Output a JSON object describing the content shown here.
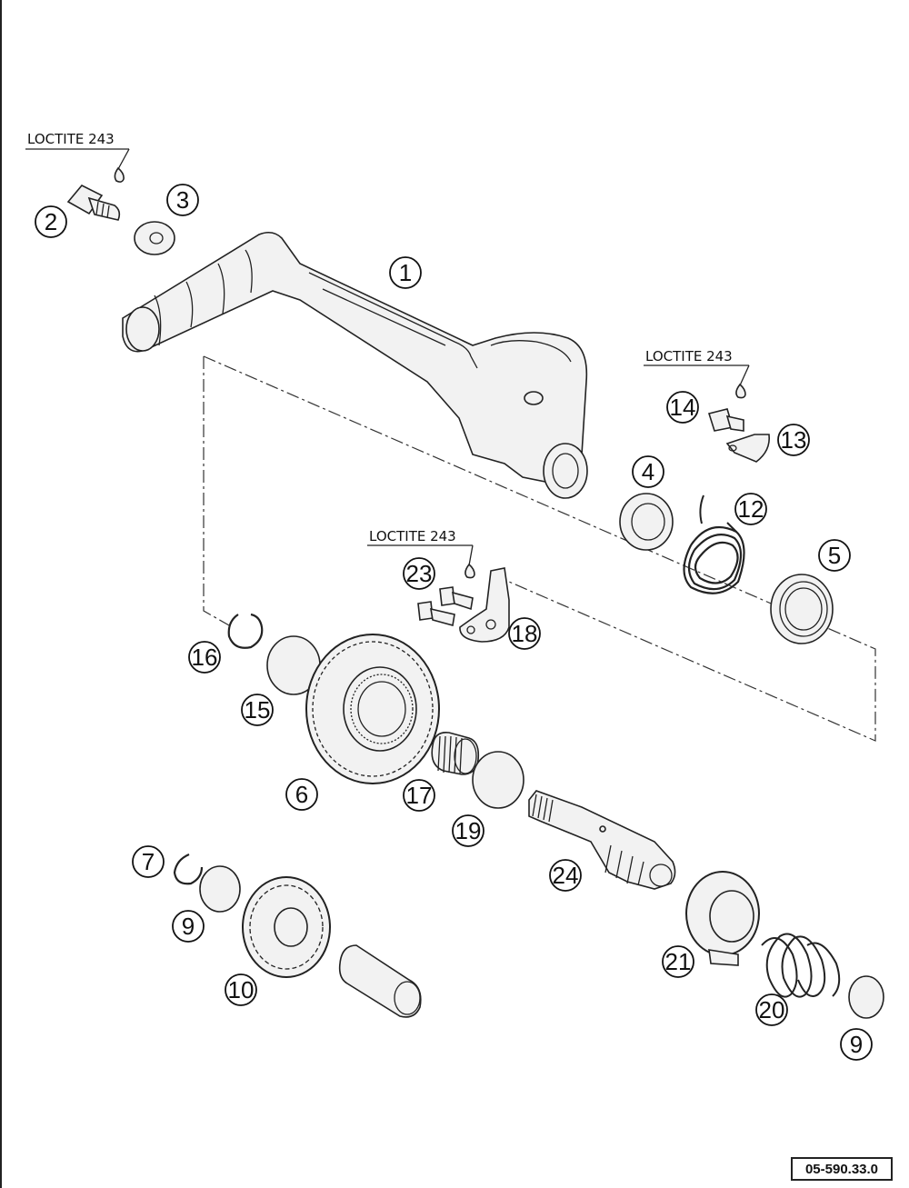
{
  "loctite_label": "LOCTITE 243",
  "drawing_code": "05-590.33.0",
  "callouts": {
    "p1": "1",
    "p2": "2",
    "p3": "3",
    "p4": "4",
    "p5": "5",
    "p6": "6",
    "p7": "7",
    "p9a": "9",
    "p9b": "9",
    "p10": "10",
    "p12": "12",
    "p13": "13",
    "p14": "14",
    "p15": "15",
    "p16": "16",
    "p17": "17",
    "p18": "18",
    "p19": "19",
    "p20": "20",
    "p21": "21",
    "p23": "23",
    "p24": "24"
  }
}
